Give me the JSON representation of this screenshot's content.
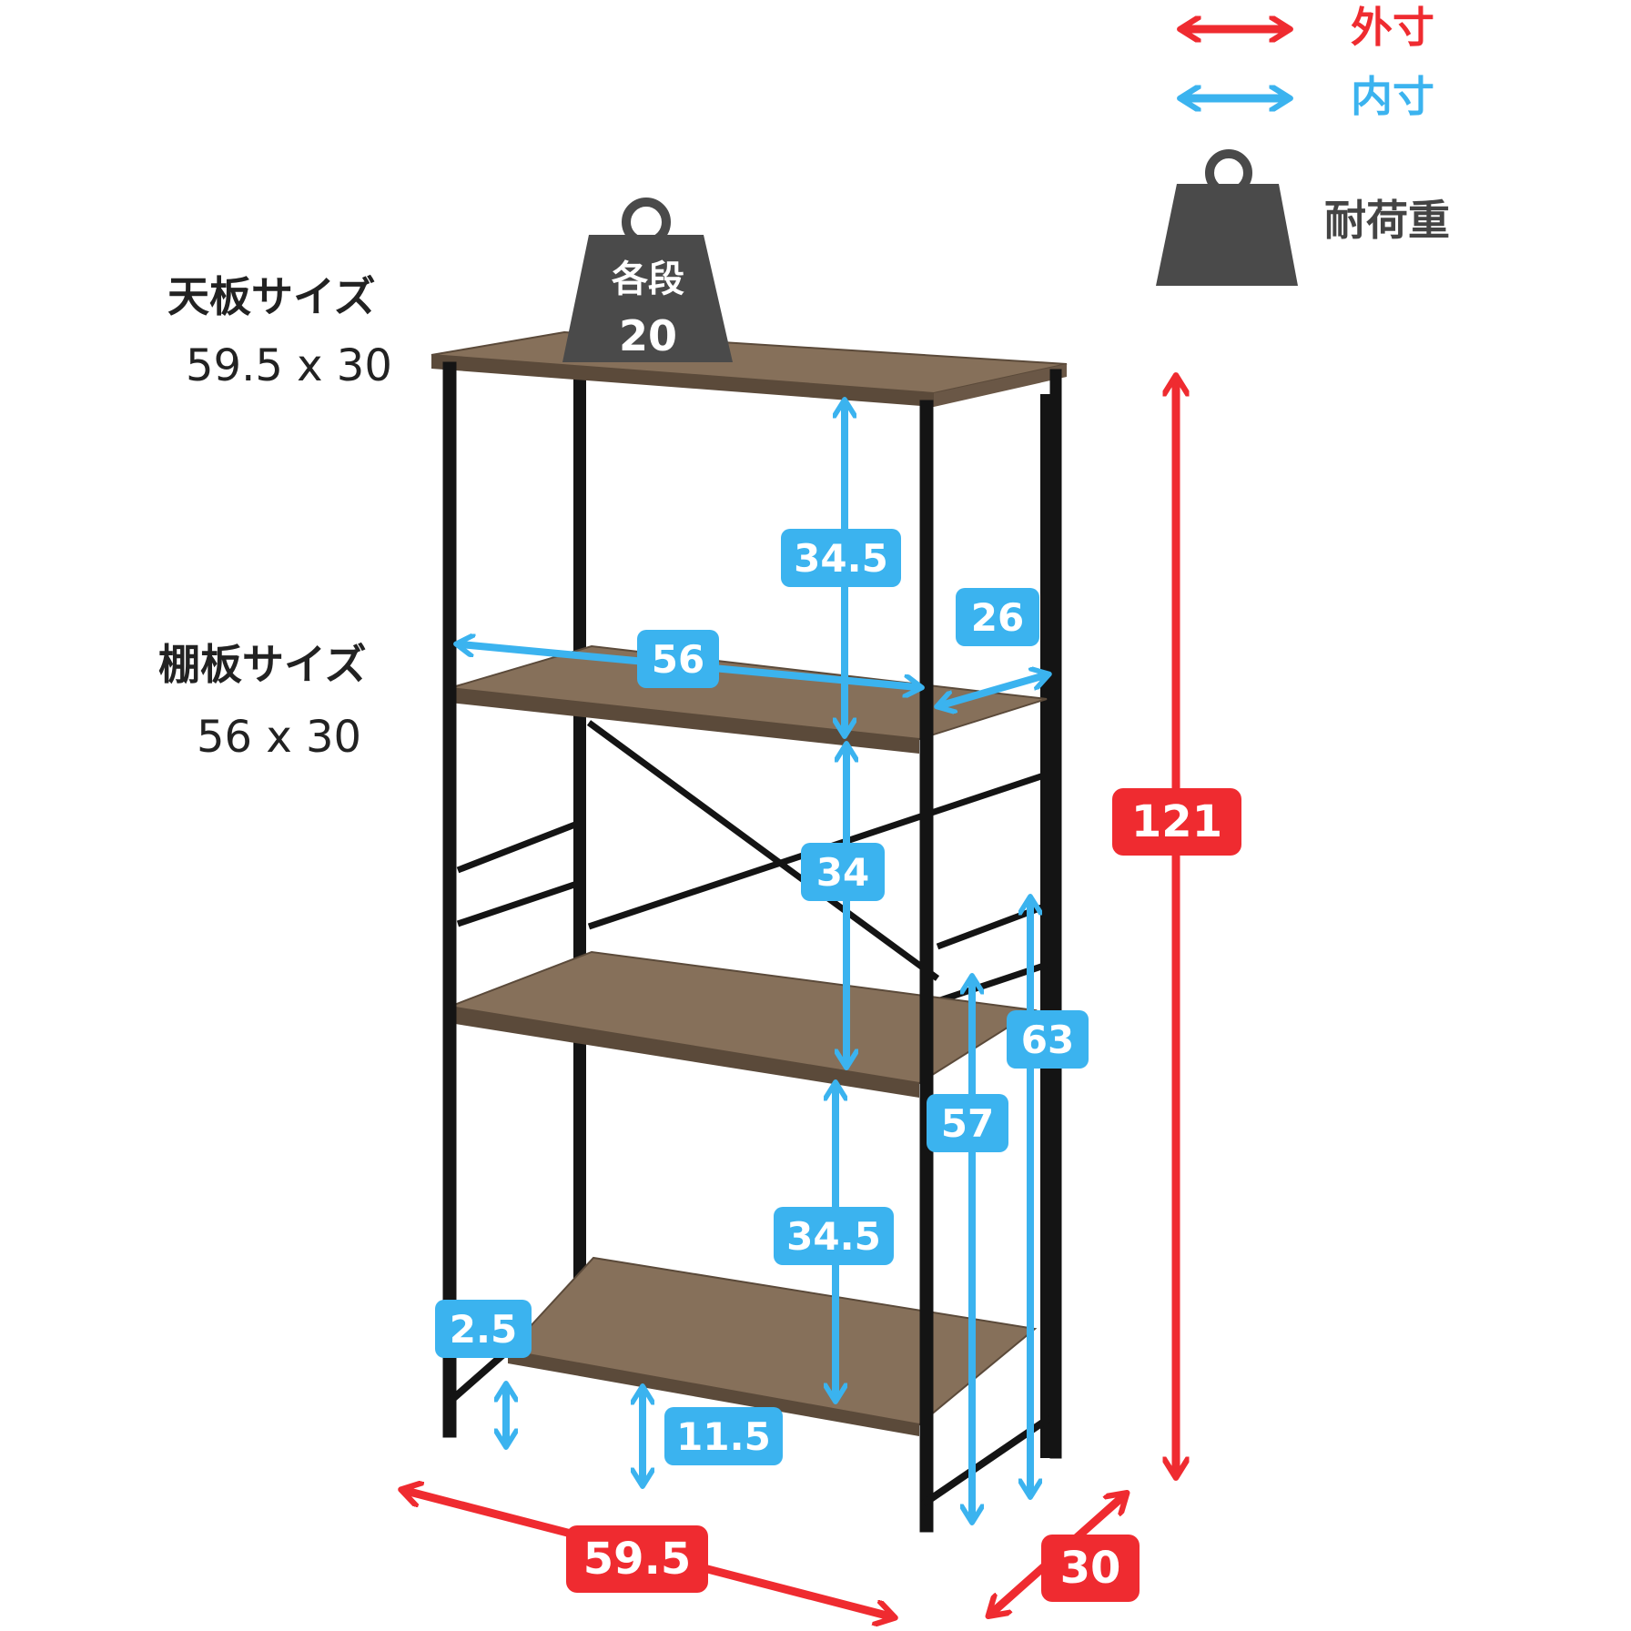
{
  "legend": {
    "outer_label": "外寸",
    "inner_label": "内寸",
    "load_label": "耐荷重"
  },
  "weight_badge": {
    "line1": "各段",
    "line2": "20"
  },
  "top_board": {
    "title": "天板サイズ",
    "size": "59.5 x 30"
  },
  "shelf_board": {
    "title": "棚板サイズ",
    "size": "56 x 30"
  },
  "dimensions": {
    "gap_top": "34.5",
    "gap_middle": "34",
    "gap_lower": "34.5",
    "shelf_width": "56",
    "shelf_depth": "26",
    "inner_height_57": "57",
    "inner_height_63": "63",
    "board_thickness": "2.5",
    "floor_clearance": "11.5",
    "total_height": "121",
    "total_width": "59.5",
    "total_depth": "30"
  },
  "colors": {
    "outer": "#ef2b30",
    "inner": "#3bb3ef",
    "frame": "#141414",
    "wood": "#86705a",
    "wood_edge": "#5b4a3a",
    "weight": "#4a4a4a",
    "text": "#222222"
  }
}
